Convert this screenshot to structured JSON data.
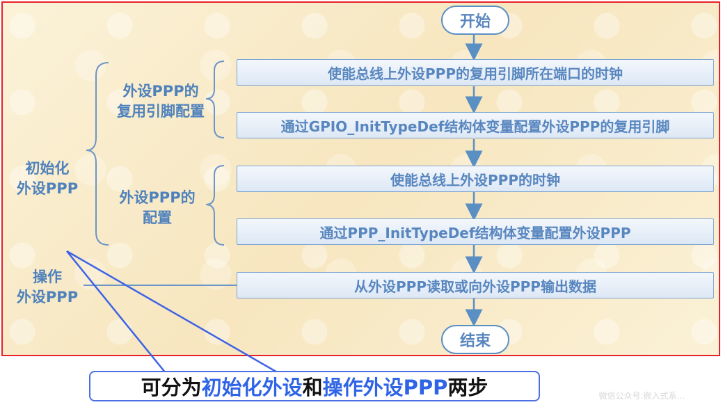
{
  "flow": {
    "start": "开始",
    "end": "结束",
    "steps": [
      "使能总线上外设PPP的复用引脚所在端口的时钟",
      "通过GPIO_InitTypeDef结构体变量配置外设PPP的复用引脚",
      "使能总线上外设PPP的时钟",
      "通过PPP_InitTypeDef结构体变量配置外设PPP",
      "从外设PPP读取或向外设PPP输出数据"
    ]
  },
  "groups": {
    "pin_config": [
      "外设PPP的",
      "复用引脚配置"
    ],
    "periph_config": [
      "外设PPP的",
      "配置"
    ],
    "init": [
      "初始化",
      "外设PPP"
    ],
    "operate": [
      "操作",
      "外设PPP"
    ]
  },
  "summary": {
    "part1": "可分为",
    "part2": "初始化外设",
    "part3": "和",
    "part4": "操作外设PPP",
    "part5": "两步"
  },
  "watermark": "微信公众号:嵌入式系..."
}
